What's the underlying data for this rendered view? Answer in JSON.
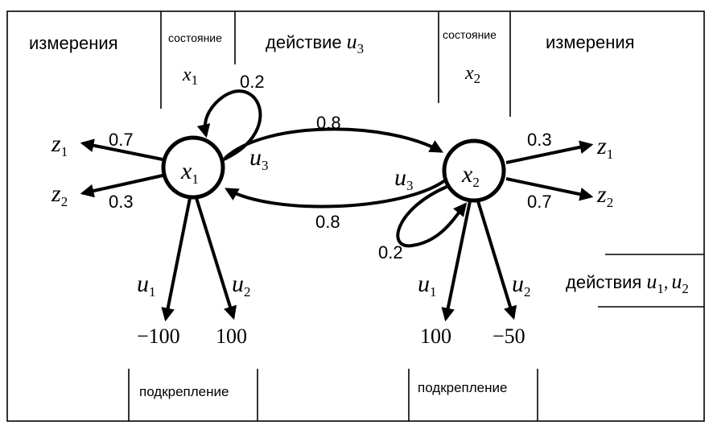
{
  "labels": {
    "measurements_left": "измерения",
    "measurements_right": "измерения",
    "state_left": "состояние",
    "state_right": "состояние",
    "action_u3": "действие",
    "actions_u1_u2": "действия",
    "reinforcement_left": "подкрепление",
    "reinforcement_right": "подкрепление"
  },
  "symbols": {
    "x": "x",
    "u": "u",
    "z": "z",
    "sub_1": "1",
    "sub_2": "2",
    "sub_3": "3",
    "comma": ","
  },
  "nodes": {
    "x1": {
      "letter": "x",
      "sub": "1"
    },
    "x2": {
      "letter": "x",
      "sub": "2"
    }
  },
  "probabilities": {
    "x1_self_loop": "0.2",
    "x1_to_x2": "0.8",
    "x2_to_x1": "0.8",
    "x2_self_loop": "0.2",
    "x1_z1": "0.7",
    "x1_z2": "0.3",
    "x2_z1": "0.3",
    "x2_z2": "0.7"
  },
  "rewards": {
    "x1_u1": "−100",
    "x1_u2": "100",
    "x2_u1": "100",
    "x2_u2": "−50"
  },
  "colors": {
    "line": "#000000",
    "background": "#ffffff"
  }
}
